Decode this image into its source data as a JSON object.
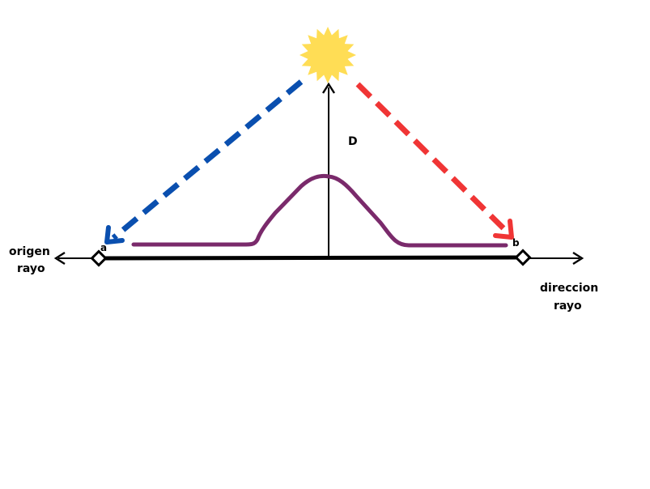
{
  "diagram": {
    "labels": {
      "origin_line1": "origen",
      "origin_line2": "rayo",
      "direction_line1": "direccion",
      "direction_line2": "rayo",
      "distance": "D",
      "point_a": "a",
      "point_b": "b"
    },
    "colors": {
      "axis": "#000000",
      "sun": "#FFDD55",
      "left_ray": "#0A4FAF",
      "right_ray": "#F03535",
      "curve": "#7A2A6B"
    },
    "icons": {
      "sun": "sun-icon",
      "point_a": "diamond-marker",
      "point_b": "diamond-marker"
    }
  }
}
